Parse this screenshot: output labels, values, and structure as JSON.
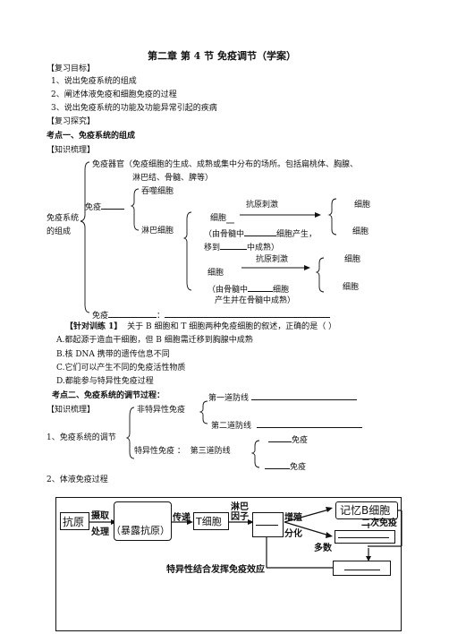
{
  "title": "第二章 第 4 节  免疫调节（学案）",
  "review_goals": {
    "heading": "【复习目标】",
    "items": [
      "1、说出免疫系统的组成",
      "2、阐述体液免疫和细胞免疫的过程",
      "3、说出免疫系统的功能及功能异常引起的疾病"
    ]
  },
  "review_explore": "【复习探究】",
  "section1": {
    "heading": "考点一、免疫系统的组成",
    "knowledge": "【知识梳理】",
    "immune_organ_1": "免疫器官（免疫细胞的生成、成熟或集中分布的场所。包括扁桃体、胸腺、",
    "immune_organ_2": "淋巴结、骨髓、脾等）",
    "root_1": "免疫系统",
    "root_2": "的组成",
    "immune_prefix": "免疫",
    "macrophage": "吞噬细胞",
    "lymphocyte": "淋巴细胞",
    "antigen_stim_1": "抗原刺激",
    "cell_word": "细胞",
    "t_origin_1a": "（由骨髓中",
    "t_origin_1b": "细胞产生，",
    "t_origin_2a": "移到",
    "t_origin_2b": "中成熟）",
    "antigen_stim_2": "抗原刺激",
    "b_origin_1a": "（由骨髓中",
    "b_origin_1b": "细胞",
    "b_origin_2": "产生并在骨髓中成熟）",
    "immune_bottom": "免疫",
    "colon": "："
  },
  "exercise1": {
    "label": "【针对训练 1】",
    "question": "关于 B 细胞和 T 细胞两种免疫细胞的叙述，正确的是（        ）",
    "options": [
      "A.都起源于造血干细胞，但 B 细胞需迁移到胸腺中成熟",
      "B.核 DNA 携带的遗传信息不同",
      "C.它们可以产生不同的免疫活性物质",
      "D.都能参与特异性免疫过程"
    ]
  },
  "section2": {
    "heading": "考点二、免疫系统的调节过程：",
    "knowledge": "【知识梳理】",
    "first_line": "第一道防线",
    "nonspecific": "非特异性免疫",
    "second_line": "第二道防线",
    "regulation": "1、免疫系统的调节",
    "specific": "特异性免疫",
    "colon": "：",
    "third_line": "第三道防线",
    "immunity_1": "免疫",
    "immunity_2": "免疫",
    "humoral": "2、体液免疫过程"
  },
  "diagram": {
    "antigen": "抗原",
    "uptake": "摄取",
    "process": "处理",
    "exposed_antigen": "（暴露抗原）",
    "transfer": "传递",
    "t_cell": "T细胞",
    "lymphokine_1": "淋巴",
    "lymphokine_2": "因子",
    "proliferate": "增殖",
    "differentiate": "分化",
    "memory_b": "记忆B细胞",
    "secondary": "二次免疫",
    "most": "多数",
    "specific_bind": "特异性结合发挥免疫效应"
  }
}
